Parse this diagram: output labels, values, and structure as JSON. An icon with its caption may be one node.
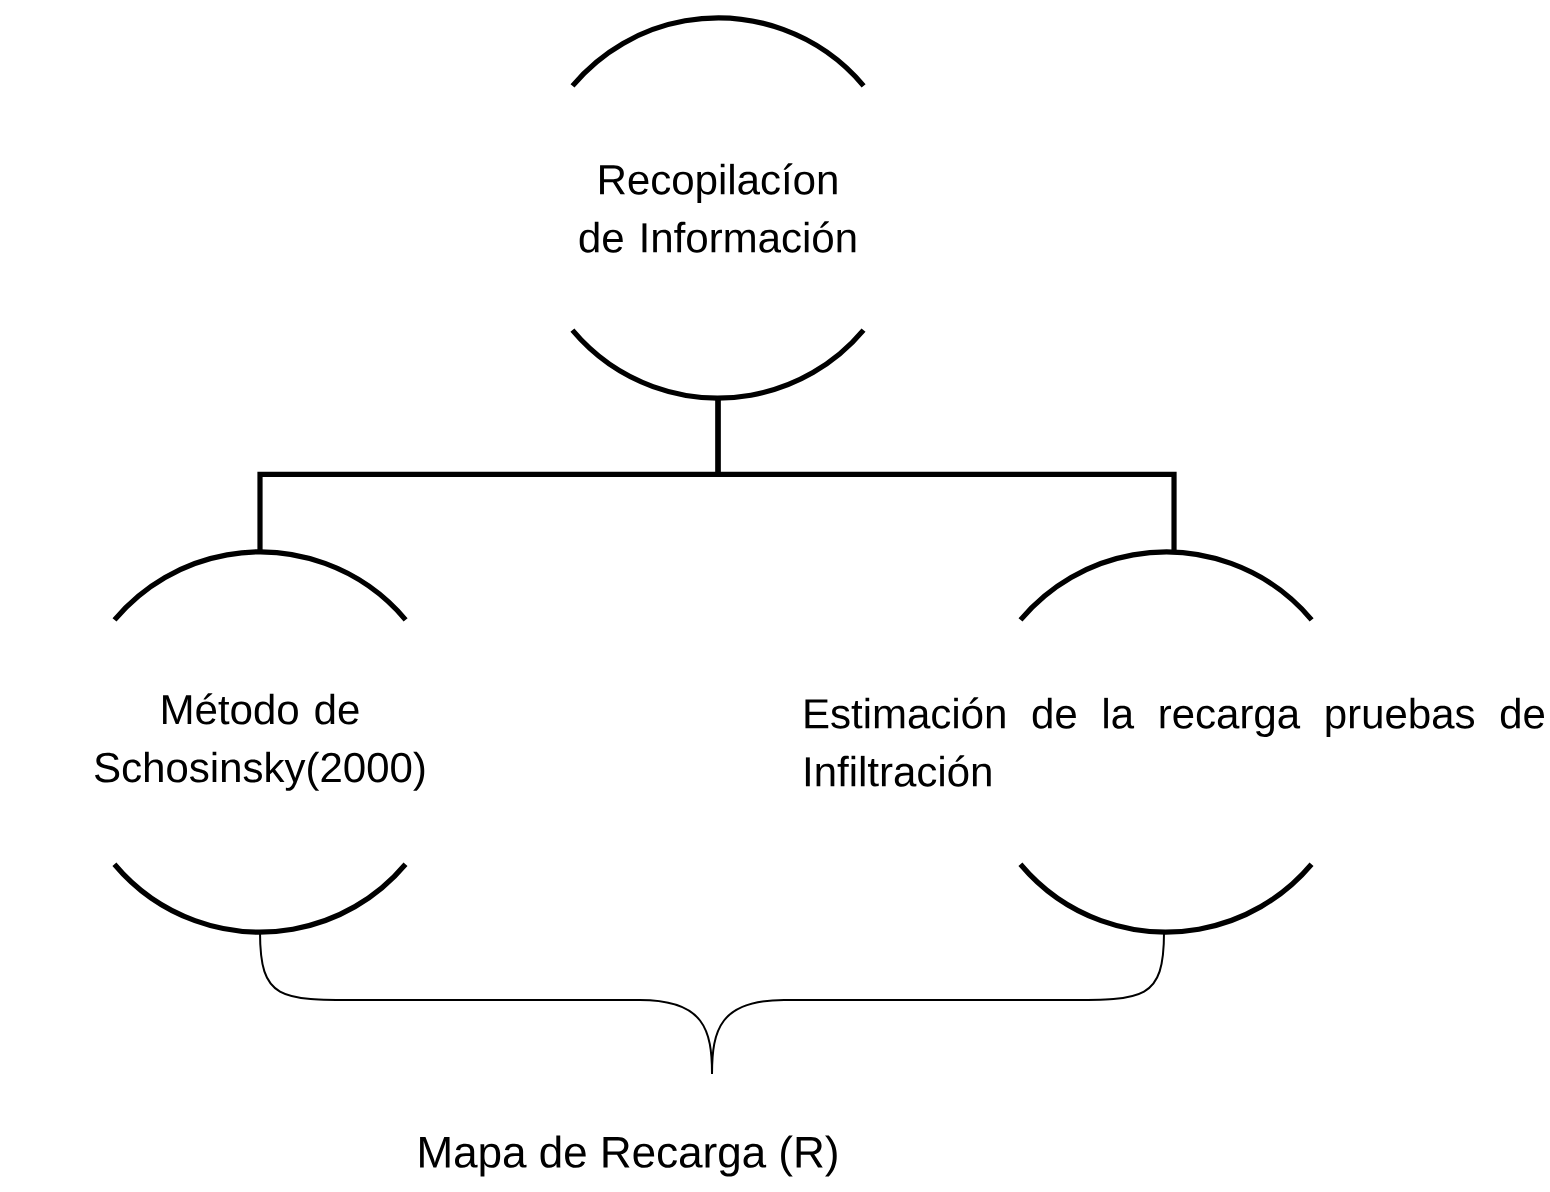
{
  "diagram": {
    "nodes": [
      {
        "text": [
          "Recopilacíon de Información"
        ]
      },
      {
        "text": [
          "Método de Schosinsky(2000)"
        ]
      },
      {
        "text": [
          "Estimación de la recarga pruebas de Infiltración"
        ]
      }
    ],
    "edges": [
      {
        "from": 0,
        "to": 1,
        "arrow": "none"
      },
      {
        "from": 0,
        "to": 2,
        "arrow": "none"
      }
    ],
    "labels": [
      "Mapa de Recarga (R)"
    ]
  }
}
